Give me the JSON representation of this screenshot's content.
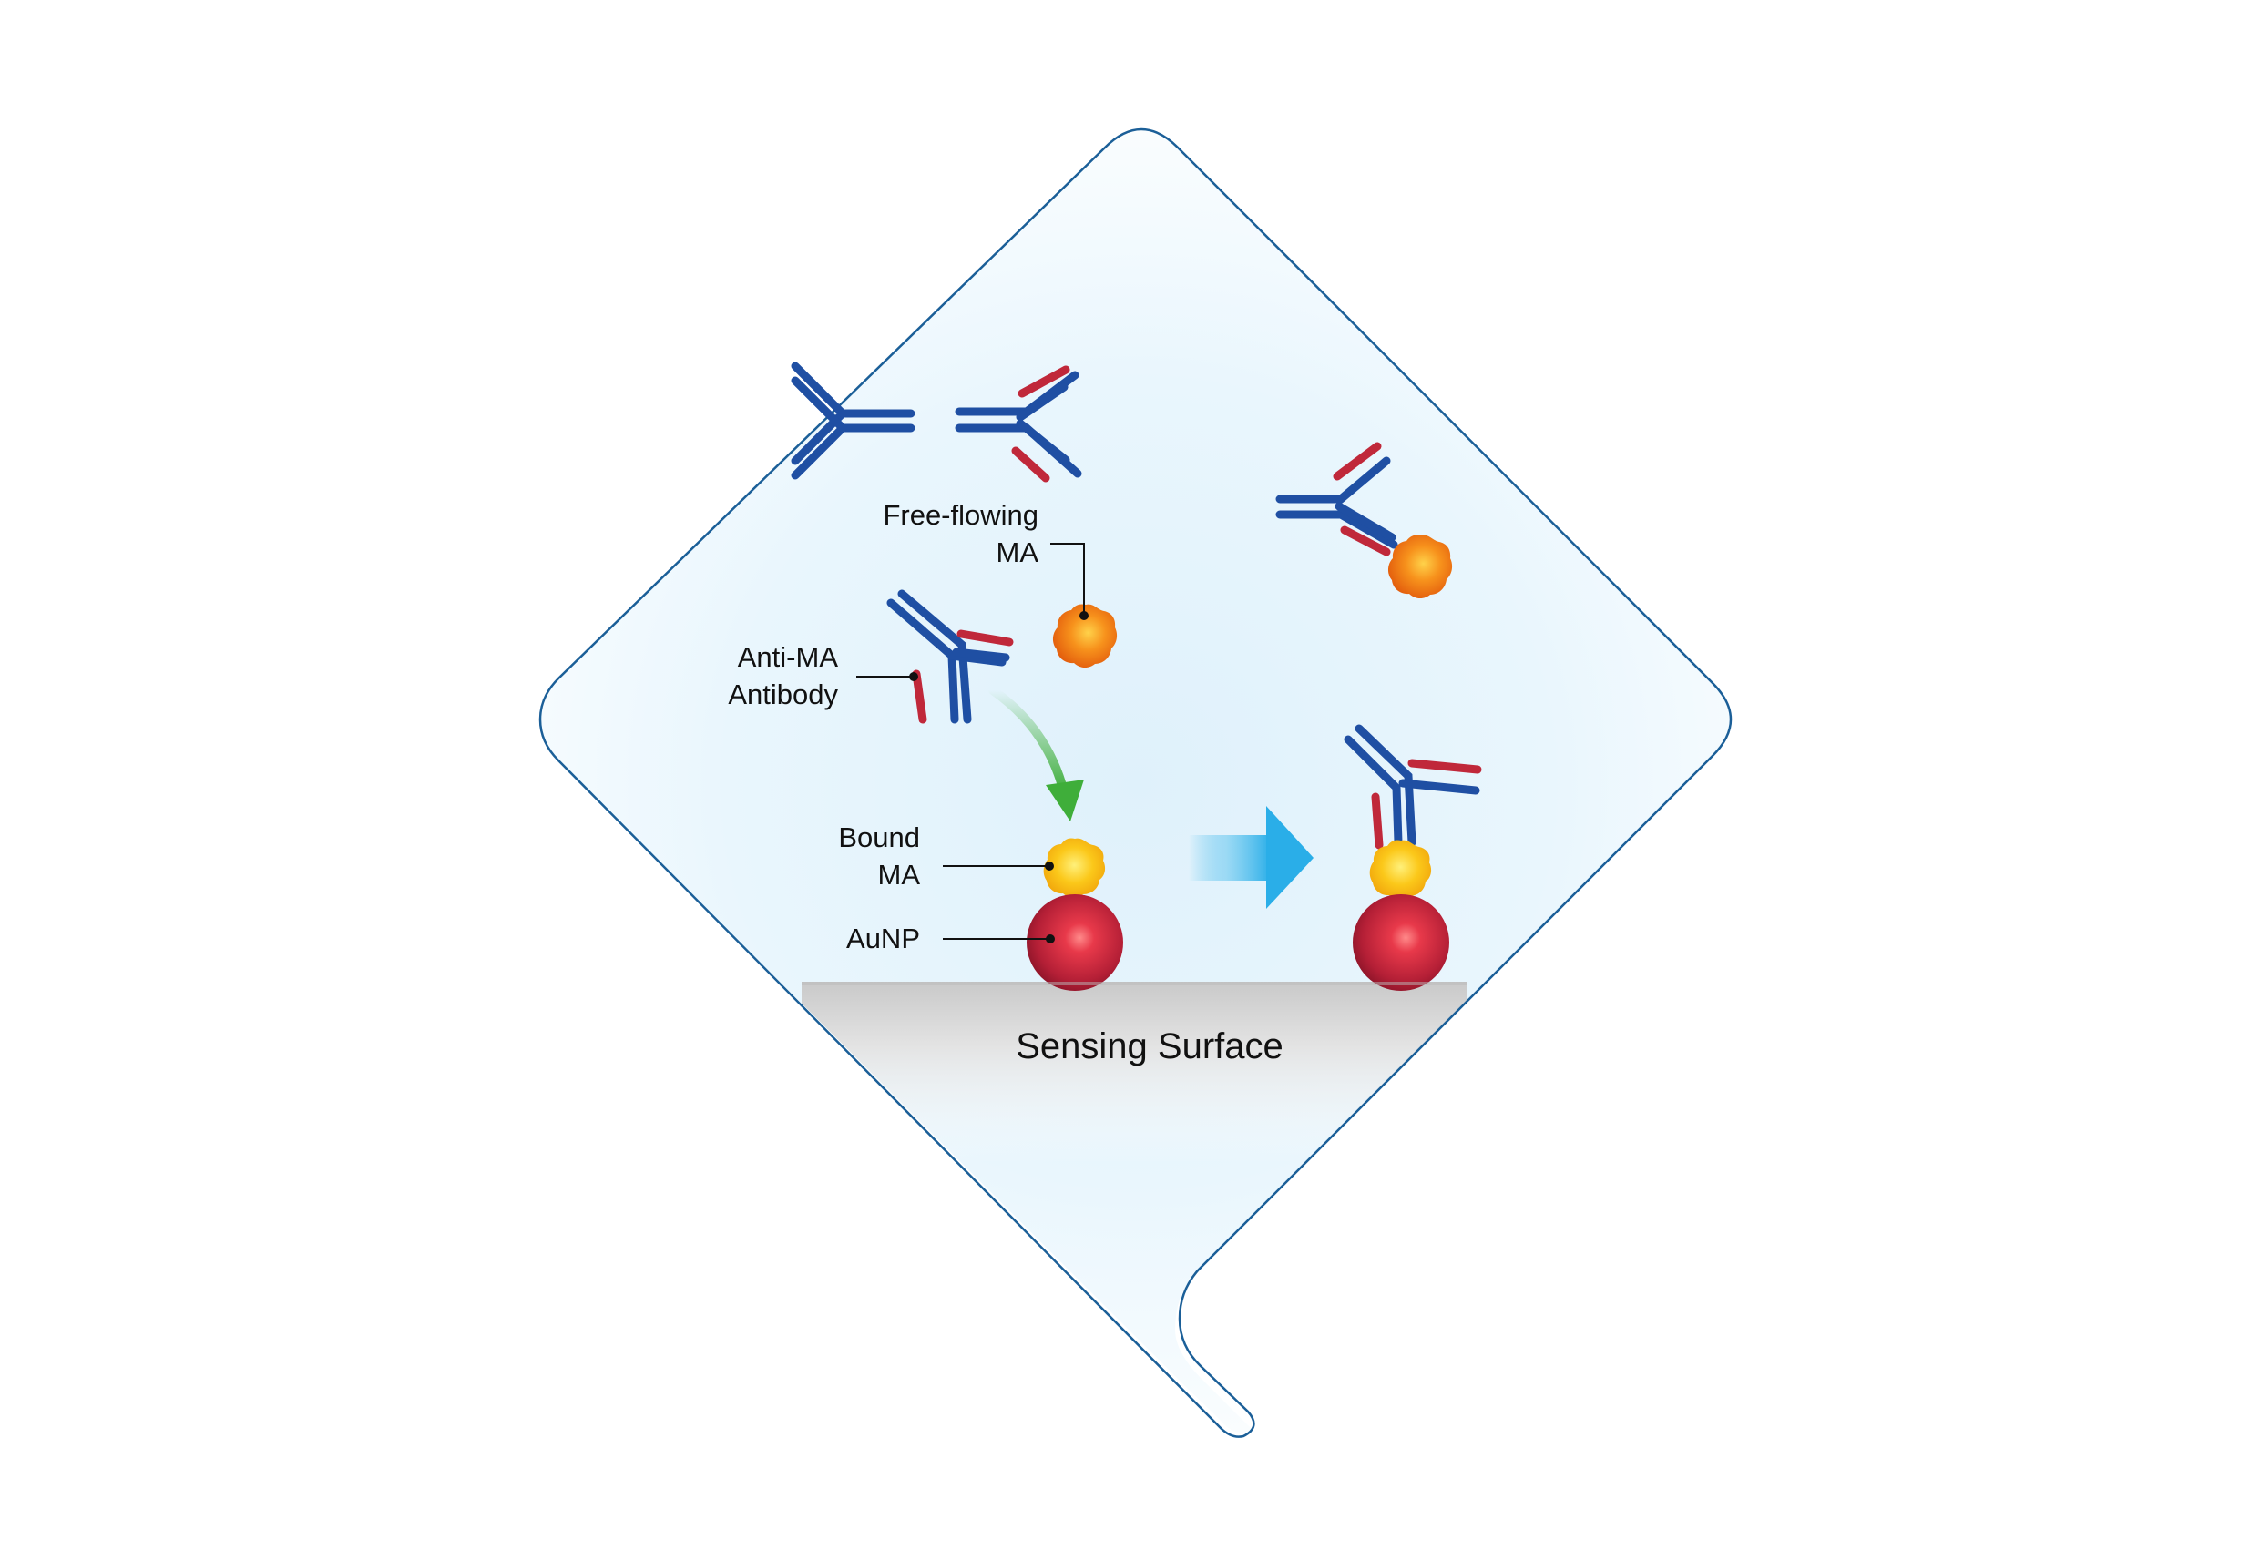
{
  "labels": {
    "free_flowing_1": "Free-flowing",
    "free_flowing_2": "MA",
    "anti_ma_1": "Anti-MA",
    "anti_ma_2": "Antibody",
    "bound_1": "Bound",
    "bound_2": "MA",
    "aunp": "AuNP",
    "surface": "Sensing Surface"
  },
  "colors": {
    "outline": "#1b5f98",
    "heavy_chain": "#1f4fa3",
    "light_chain": "#c0283a",
    "antigen_orange": "#f07a12",
    "antigen_yellow": "#f5b40d",
    "gold_nanoparticle": "#c7263a",
    "binding_arrow": "#3fae3a",
    "process_arrow": "#35b4ea"
  },
  "icons": {
    "antibody": "y-shaped-antibody-icon",
    "antigen": "antigen-blob-icon",
    "nanoparticle": "gold-nanoparticle-icon"
  }
}
